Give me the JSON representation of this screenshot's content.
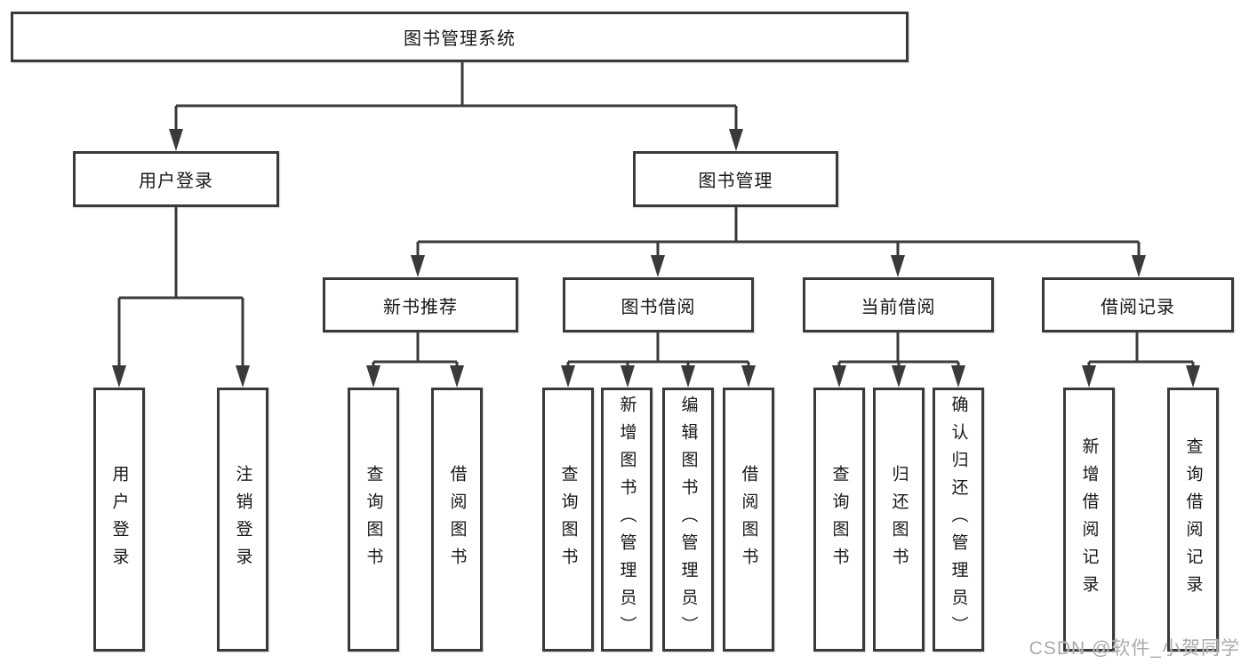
{
  "tree": {
    "root": {
      "label": "图书管理系统",
      "children": [
        {
          "label": "用户登录",
          "children": [
            {
              "label": "用户登录"
            },
            {
              "label": "注销登录"
            }
          ]
        },
        {
          "label": "图书管理",
          "children": [
            {
              "label": "新书推荐",
              "children": [
                {
                  "label": "查询图书"
                },
                {
                  "label": "借阅图书"
                }
              ]
            },
            {
              "label": "图书借阅",
              "children": [
                {
                  "label": "查询图书"
                },
                {
                  "label": "新增图书（管理员）"
                },
                {
                  "label": "编辑图书（管理员）"
                },
                {
                  "label": "借阅图书"
                }
              ]
            },
            {
              "label": "当前借阅",
              "children": [
                {
                  "label": "查询图书"
                },
                {
                  "label": "归还图书"
                },
                {
                  "label": "确认归还（管理员）"
                }
              ]
            },
            {
              "label": "借阅记录",
              "children": [
                {
                  "label": "新增借阅记录"
                },
                {
                  "label": "查询借阅记录"
                }
              ]
            }
          ]
        }
      ]
    }
  },
  "watermark": {
    "text": "CSDN @软件_小贺同学"
  },
  "colors": {
    "line": "#3a3a3a",
    "box_border": "#3a3a3a",
    "box_fill": "#ffffff",
    "text": "#171717",
    "watermark": "#ababab",
    "background": "#ffffff"
  }
}
